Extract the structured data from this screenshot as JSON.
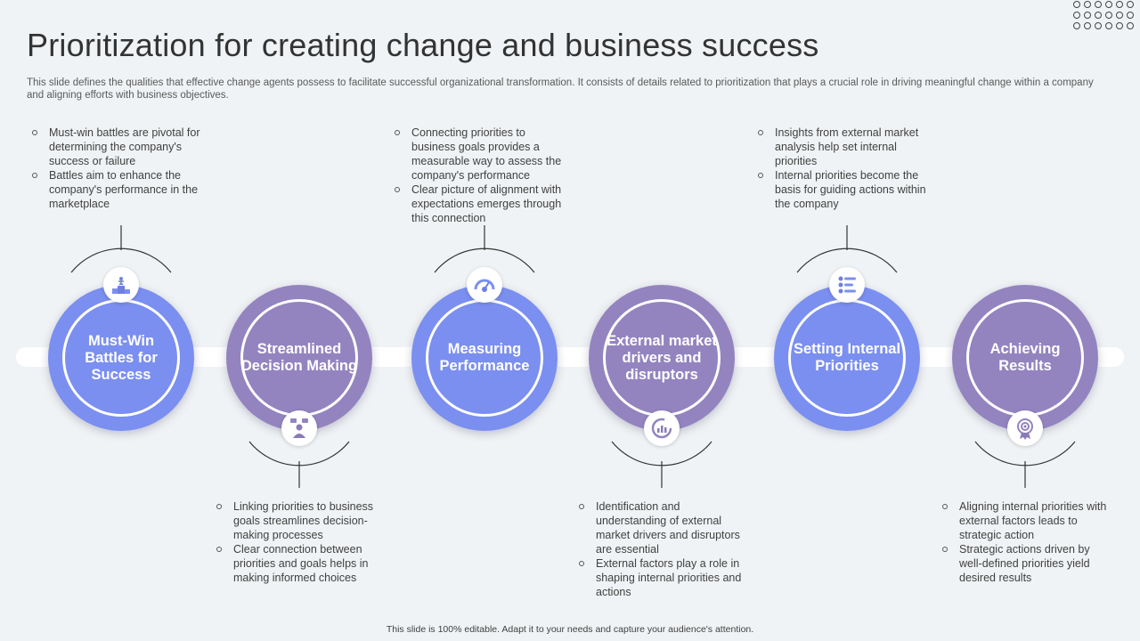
{
  "title": "Prioritization for creating change and business success",
  "subtitle": "This slide defines the qualities that effective change agents possess to facilitate successful organizational transformation. It consists of details related to prioritization that plays a crucial role in driving meaningful change within a company and aligning efforts with business objectives.",
  "footer": "This slide is 100% editable. Adapt it to your needs and capture your audience's attention.",
  "colors": {
    "blue": "#7b8ff0",
    "purple": "#9384c0",
    "background": "#f0f3f5"
  },
  "steps": [
    {
      "label": "Must-Win Battles for Success",
      "color": "blue",
      "icon": "podium-flag-icon",
      "bullets": [
        "Must-win battles are pivotal for determining the company's success or failure",
        "Battles aim to enhance the company's performance in the marketplace"
      ]
    },
    {
      "label": "Streamlined Decision Making",
      "color": "purple",
      "icon": "decision-person-icon",
      "bullets": [
        "Linking priorities to business goals streamlines decision-making processes",
        "Clear connection between priorities and goals helps in making informed choices"
      ]
    },
    {
      "label": "Measuring Performance",
      "color": "blue",
      "icon": "gauge-icon",
      "bullets": [
        "Connecting priorities to business goals provides a measurable way to assess the company's performance",
        "Clear picture of alignment with expectations emerges through this connection"
      ]
    },
    {
      "label": "External market drivers and disruptors",
      "color": "purple",
      "icon": "chart-ring-icon",
      "bullets": [
        "Identification and understanding of external market drivers and disruptors are essential",
        "External factors play a role in shaping internal priorities and actions"
      ]
    },
    {
      "label": "Setting Internal Priorities",
      "color": "blue",
      "icon": "priority-list-icon",
      "bullets": [
        "Insights from external market analysis help set internal priorities",
        "Internal priorities become the basis for guiding actions within the company"
      ]
    },
    {
      "label": "Achieving Results",
      "color": "purple",
      "icon": "target-award-icon",
      "bullets": [
        "Aligning internal priorities with external factors leads to strategic action",
        "Strategic actions driven by well-defined priorities yield desired results"
      ]
    }
  ]
}
